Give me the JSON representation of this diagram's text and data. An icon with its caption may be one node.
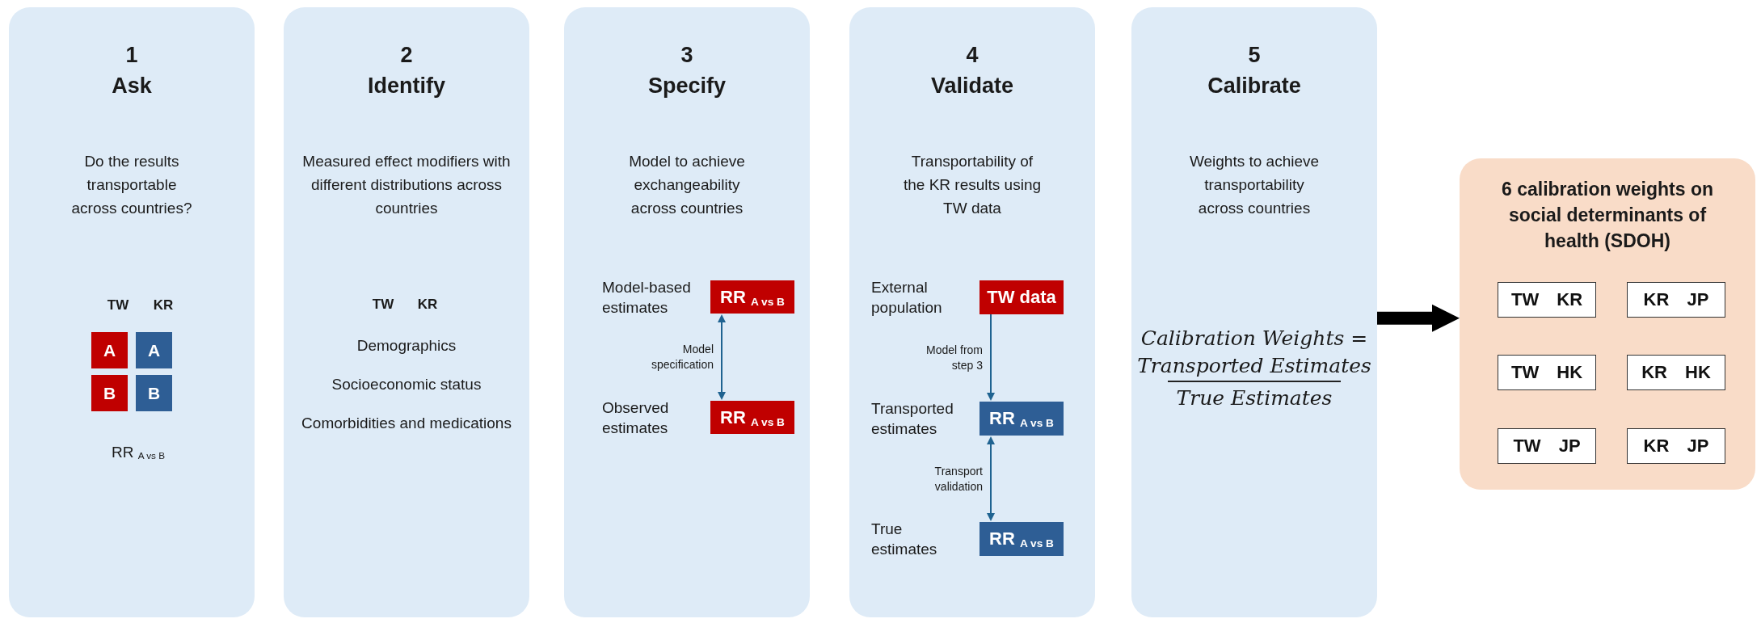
{
  "diagram": {
    "nodes": [
      {
        "text": [
          "1 Ask",
          "Do the results transportable across countries?",
          "TW",
          "KR",
          "RR $_{A vs B}$"
        ]
      },
      {
        "text": [
          "A"
        ],
        "in": 0
      },
      {
        "text": [
          "A"
        ],
        "in": 0
      },
      {
        "text": [
          "B"
        ],
        "in": 0
      },
      {
        "text": [
          "B"
        ],
        "in": 0
      },
      {
        "text": [
          "2 Identify",
          "Measured effect modifiers with different distributions across countries",
          "TW",
          "KR",
          "Demographics",
          "Socioeconomic status",
          "Comorbidities and medications"
        ]
      },
      {
        "text": [
          "3 Specify",
          "Model to achieve exchangeability across countries"
        ]
      },
      {
        "text": [
          "RR $_{A vs B}$"
        ],
        "beside": [
          "Model-based estimates"
        ],
        "in": 6
      },
      {
        "text": [
          "RR $_{A vs B}$"
        ],
        "beside": [
          "Observed estimates"
        ],
        "in": 6
      },
      {
        "text": [
          "4 Validate",
          "Transportability of the KR results using TW data"
        ]
      },
      {
        "text": [
          "TW data"
        ],
        "beside": [
          "External population"
        ],
        "in": 9
      },
      {
        "text": [
          "RR $_{A vs B}$"
        ],
        "beside": [
          "Transported estimates"
        ],
        "in": 9
      },
      {
        "text": [
          "RR $_{A vs B}$"
        ],
        "beside": [
          "True estimates"
        ],
        "in": 9
      },
      {
        "text": [
          "5 Calibrate",
          "Weights to achieve transportability across countries",
          "Calibration Weights =",
          "Transported Estimates",
          "True Estimates"
        ]
      },
      {
        "text": [
          "6 calibration weights on social determinants of health (SDOH)"
        ]
      },
      {
        "text": [
          "TW KR"
        ],
        "in": 14
      },
      {
        "text": [
          "KR JP"
        ],
        "in": 14
      },
      {
        "text": [
          "TW HK"
        ],
        "in": 14
      },
      {
        "text": [
          "KR HK"
        ],
        "in": 14
      },
      {
        "text": [
          "TW JP"
        ],
        "in": 14
      },
      {
        "text": [
          "KR JP"
        ],
        "in": 14
      }
    ],
    "edges": [
      {
        "from": 7,
        "to": 8,
        "arrow": "both",
        "label": "Model specification"
      },
      {
        "from": 10,
        "to": 11,
        "arrow": "to",
        "label": "Model from step 3"
      },
      {
        "from": 11,
        "to": 12,
        "arrow": "both",
        "label": "Transport validation"
      },
      {
        "from": 13,
        "to": 14,
        "arrow": "to",
        "style": "thick",
        "color": "#000000"
      }
    ]
  }
}
